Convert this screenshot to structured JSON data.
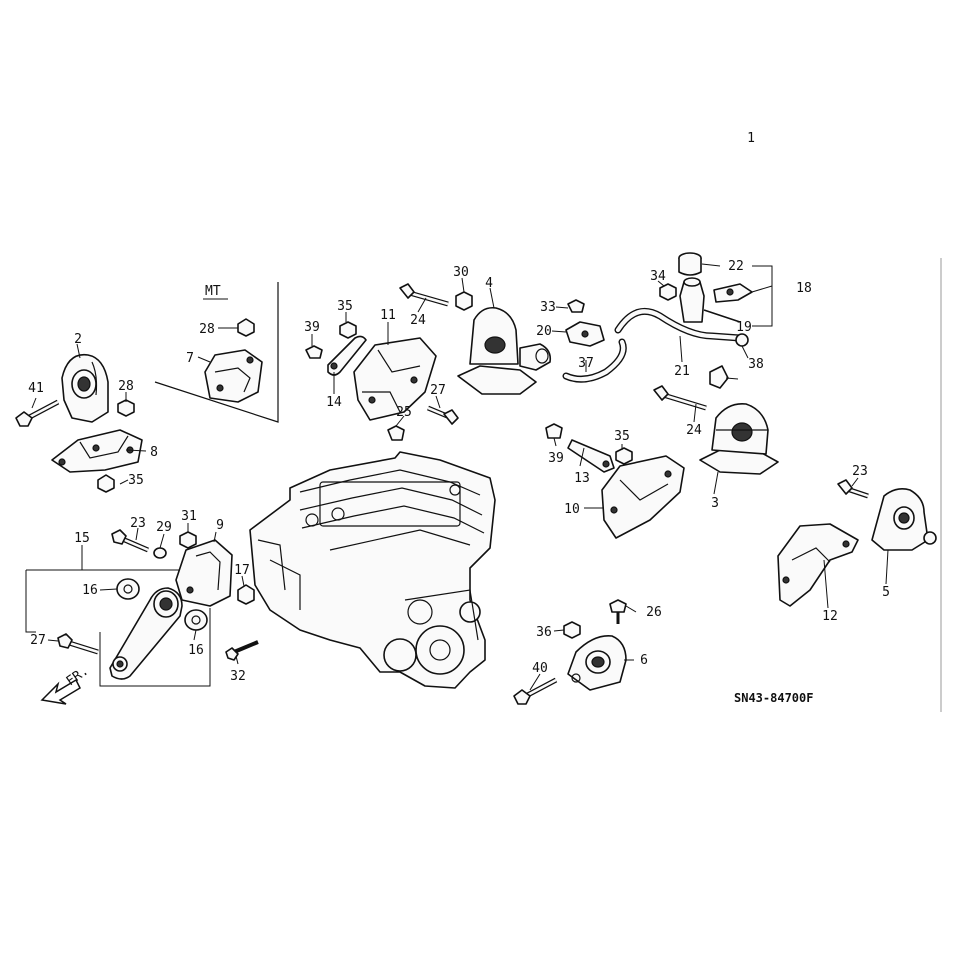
{
  "diagram": {
    "variant_label": "MT",
    "diagram_code": "SN43-84700F",
    "direction_label": "FR.",
    "callouts": [
      "1",
      "2",
      "3",
      "4",
      "5",
      "6",
      "7",
      "8",
      "9",
      "10",
      "11",
      "12",
      "13",
      "14",
      "15",
      "16",
      "16",
      "17",
      "18",
      "19",
      "20",
      "21",
      "22",
      "23",
      "23",
      "24",
      "24",
      "25",
      "26",
      "27",
      "27",
      "28",
      "28",
      "29",
      "30",
      "31",
      "32",
      "33",
      "34",
      "35",
      "35",
      "35",
      "36",
      "37",
      "38",
      "39",
      "39",
      "40",
      "41"
    ]
  }
}
